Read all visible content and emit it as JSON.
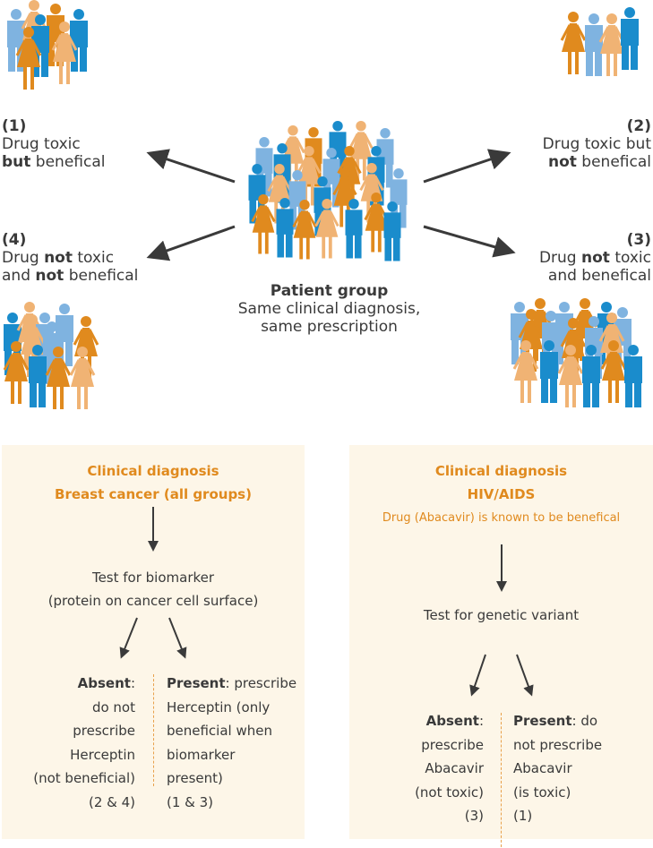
{
  "colors": {
    "orange": "#e08a1e",
    "light_orange": "#f0b374",
    "blue": "#1a8ccc",
    "light_blue": "#7fb3e0",
    "panel_bg": "#fdf6e8",
    "arrow": "#3a3a3a"
  },
  "top": {
    "center": {
      "title": "Patient group",
      "line1": "Same clinical diagnosis,",
      "line2": "same prescription"
    },
    "groups": [
      {
        "num": "(1)",
        "line1": "Drug toxic",
        "line2_bold": "but",
        "line2_rest": " benefical"
      },
      {
        "num": "(2)",
        "line1": "Drug toxic but",
        "line2_bold": "not",
        "line2_rest": " benefical"
      },
      {
        "num": "(3)",
        "line1_pre": "Drug ",
        "line1_bold": "not",
        "line1_post": " toxic",
        "line2": "and benefical"
      },
      {
        "num": "(4)",
        "line1_pre": "Drug ",
        "line1_bold": "not",
        "line1_post": " toxic",
        "line2_pre": "and ",
        "line2_bold": "not",
        "line2_post": " benefical"
      }
    ]
  },
  "panels": [
    {
      "title1": "Clinical diagnosis",
      "title2": "Breast cancer (all groups)",
      "test1": "Test for biomarker",
      "test2": "(protein on cancer cell surface)",
      "absent_label": "Absent",
      "absent_lines": [
        "do not",
        "prescribe",
        "Herceptin",
        "(not beneficial)",
        "(2 & 4)"
      ],
      "present_label": "Present",
      "present_first": ": prescribe",
      "present_lines": [
        "Herceptin (only",
        "beneficial when",
        "biomarker",
        "present)",
        "(1 & 3)"
      ]
    },
    {
      "title1": "Clinical diagnosis",
      "title2": "HIV/AIDS",
      "subtitle": "Drug (Abacavir) is known to be benefical",
      "test1": "Test for genetic variant",
      "absent_label": "Absent",
      "absent_lines": [
        "prescribe",
        "Abacavir",
        "(not toxic)",
        "(3)"
      ],
      "present_label": "Present",
      "present_first": ": do",
      "present_lines": [
        "not prescribe",
        "Abacavir",
        "(is toxic)",
        "(1)"
      ]
    }
  ]
}
